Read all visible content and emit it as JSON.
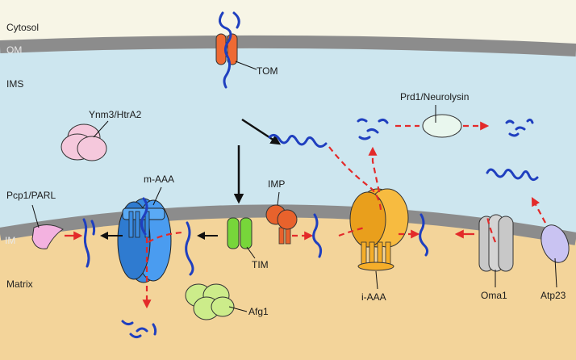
{
  "regions": {
    "cytosol": "Cytosol",
    "om": "OM",
    "ims": "IMS",
    "im": "IM",
    "matrix": "Matrix"
  },
  "labels": {
    "tom": "TOM",
    "tim": "TIM",
    "imp": "IMP",
    "prd1": "Prd1/Neurolysin",
    "ynm3": "Ynm3/HtrA2",
    "maaa": "m-AAA",
    "pcp1": "Pcp1/PARL",
    "iaaa": "i-AAA",
    "oma1": "Oma1",
    "atp23": "Atp23",
    "afg1": "Afg1"
  },
  "colors": {
    "cytosol": "#f7f5e6",
    "ims": "#cde6ef",
    "matrix": "#f3d49a",
    "membrane": "#8c8c8c",
    "peptide": "#1f3fbf",
    "arrow_red": "#e32a2a",
    "tom": "#ee6a33",
    "tim": "#77d63a",
    "imp": "#e8622c",
    "maaa": "#3b8be0",
    "iaaa": "#f5ae2a",
    "oma1": "#d0d0d0",
    "atp23": "#c9c3f2",
    "pcp1": "#f3b2e0",
    "ynm3": "#f5c8dc",
    "afg1": "#ccec8a",
    "prd1": "#e9f7ee"
  }
}
